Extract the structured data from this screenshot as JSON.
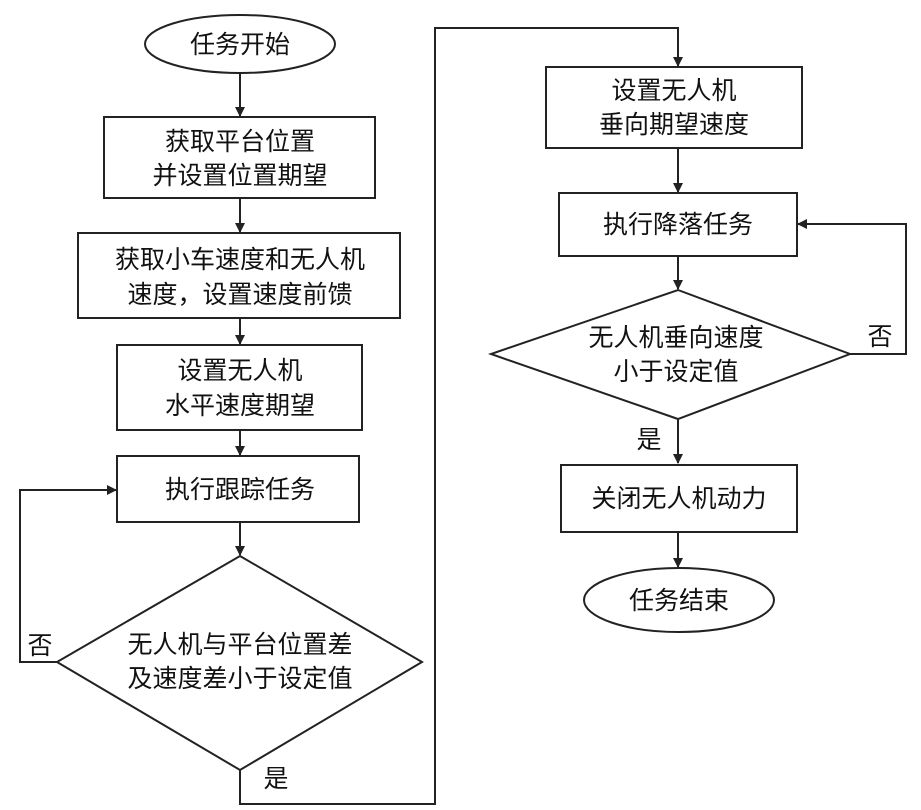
{
  "nodes": {
    "start": [
      "任务开始"
    ],
    "get_platform": [
      "获取平台位置",
      "并设置位置期望"
    ],
    "get_speed": [
      "获取小车速度和无人机",
      "速度，设置速度前馈"
    ],
    "set_horizontal": [
      "设置无人机",
      "水平速度期望"
    ],
    "tracking": [
      "执行跟踪任务"
    ],
    "check_tracking": [
      "无人机与平台位置差",
      "及速度差小于设定值"
    ],
    "set_vertical": [
      "设置无人机",
      "垂向期望速度"
    ],
    "landing": [
      "执行降落任务"
    ],
    "check_landing": [
      "无人机垂向速度",
      "小于设定值"
    ],
    "shutdown": [
      "关闭无人机动力"
    ],
    "end": [
      "任务结束"
    ]
  },
  "edge_labels": {
    "tracking_no": "否",
    "tracking_yes": "是",
    "landing_no": "否",
    "landing_yes": "是"
  }
}
